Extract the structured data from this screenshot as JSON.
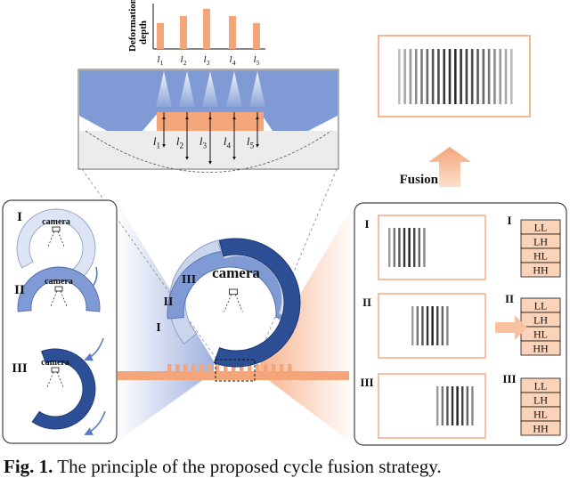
{
  "chart": {
    "ylabel_line1": "Deformation",
    "ylabel_line2": "depth",
    "bar_values": [
      0.55,
      0.7,
      0.85,
      0.7,
      0.55
    ],
    "categories": [
      "l1",
      "l2",
      "l3",
      "l4",
      "l5"
    ]
  },
  "sensor": {
    "labels": [
      "l1",
      "l2",
      "l3",
      "l4",
      "l5"
    ]
  },
  "left_panel": {
    "rows": [
      {
        "roman": "I",
        "camera": "camera"
      },
      {
        "roman": "II",
        "camera": "camera"
      },
      {
        "roman": "III",
        "camera": "camera"
      }
    ]
  },
  "center": {
    "camera": "camera",
    "labels": [
      "III",
      "II",
      "I"
    ]
  },
  "right_panel": {
    "rows": [
      {
        "roman": "I",
        "bands": [
          "LL",
          "LH",
          "HL",
          "HH"
        ]
      },
      {
        "roman": "II",
        "bands": [
          "LL",
          "LH",
          "HL",
          "HH"
        ]
      },
      {
        "roman": "III",
        "bands": [
          "LL",
          "LH",
          "HL",
          "HH"
        ]
      }
    ]
  },
  "fusion": {
    "label": "Fusion"
  },
  "caption": {
    "prefix": "Fig. 1.",
    "text": " The principle of the proposed cycle fusion strategy."
  },
  "colors": {
    "orange": "#f4a57a",
    "orange_light": "#fbd3b8",
    "blue_dark": "#2d4f96",
    "blue_mid": "#7f9ad4",
    "blue_light": "#c9d6ee",
    "blue_pale": "#dde5f4",
    "gray_bg": "#ececec"
  }
}
